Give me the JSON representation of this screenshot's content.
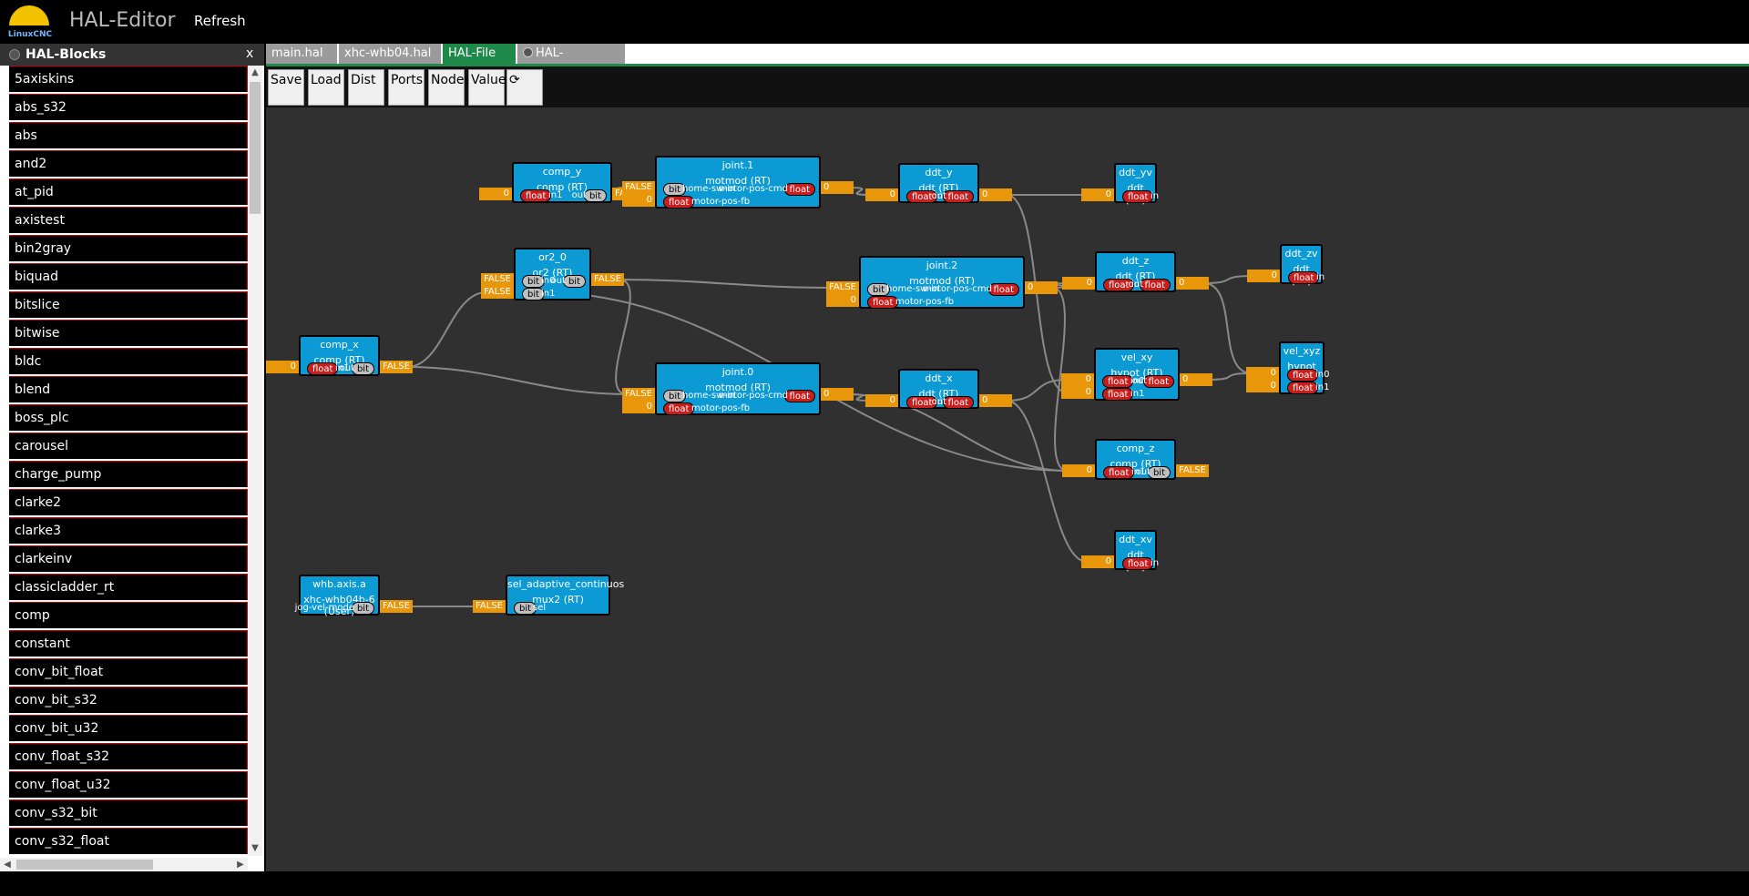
{
  "header": {
    "logo_text": "LinuxCNC",
    "title": "HAL-Editor",
    "refresh_label": "Refresh"
  },
  "sidebar": {
    "title": "HAL-Blocks",
    "close": "x",
    "items": [
      "5axiskins",
      "abs_s32",
      "abs",
      "and2",
      "at_pid",
      "axistest",
      "bin2gray",
      "biquad",
      "bitslice",
      "bitwise",
      "bldc",
      "blend",
      "boss_plc",
      "carousel",
      "charge_pump",
      "clarke2",
      "clarke3",
      "clarkeinv",
      "classicladder_rt",
      "comp",
      "constant",
      "conv_bit_float",
      "conv_bit_s32",
      "conv_bit_u32",
      "conv_float_s32",
      "conv_float_u32",
      "conv_s32_bit",
      "conv_s32_float"
    ]
  },
  "tabs": [
    {
      "label": "main.hal",
      "active": false,
      "icon": false,
      "close": false
    },
    {
      "label": "xhc-whb04.hal",
      "active": false,
      "icon": false,
      "close": false
    },
    {
      "label": "HAL-File",
      "active": true,
      "icon": false,
      "close": false
    },
    {
      "label": "HAL-Signals",
      "active": false,
      "icon": true,
      "close": true
    }
  ],
  "tab_close_glyph": "×",
  "toolbar": {
    "save": "Save",
    "load": "Load",
    "dist": "Dist",
    "ports": "Ports",
    "nodes": "Nodes",
    "values": "Values",
    "redraw_icon": "refresh-icon",
    "redraw_glyph": "⟳"
  },
  "colors": {
    "node_bg": "#0b9ad4",
    "value_bg": "#e8960a",
    "float_pin": "#c81e1e",
    "bit_pin": "#bfbfbf",
    "wire": "#8a8a8a",
    "active_tab": "#1e8a4a"
  },
  "nodes": [
    {
      "id": "comp_y",
      "title": "comp_y",
      "comp": "comp (RT)",
      "inputs": [
        {
          "type": "float",
          "name": "in1",
          "value": "0"
        }
      ],
      "outputs": [
        {
          "type": "bit",
          "name": "out",
          "value": "FALSE"
        }
      ]
    },
    {
      "id": "joint1",
      "title": "joint.1",
      "comp": "motmod (RT)",
      "inputs": [
        {
          "type": "bit",
          "name": "home-sw-in",
          "value": "FALSE"
        },
        {
          "type": "float",
          "name": "motor-pos-fb",
          "value": "0"
        }
      ],
      "outputs": [
        {
          "type": "float",
          "name": "motor-pos-cmd",
          "value": "0"
        }
      ]
    },
    {
      "id": "ddt_y",
      "title": "ddt_y",
      "comp": "ddt (RT)",
      "inputs": [
        {
          "type": "float",
          "name": "in",
          "value": "0"
        }
      ],
      "outputs": [
        {
          "type": "float",
          "name": "out",
          "value": "0"
        }
      ]
    },
    {
      "id": "ddt_yv",
      "title": "ddt_yv",
      "comp": "ddt (RT)",
      "inputs": [
        {
          "type": "float",
          "name": "in",
          "value": "0"
        }
      ],
      "outputs": []
    },
    {
      "id": "or2_0",
      "title": "or2_0",
      "comp": "or2 (RT)",
      "inputs": [
        {
          "type": "bit",
          "name": "in0",
          "value": "FALSE"
        },
        {
          "type": "bit",
          "name": "in1",
          "value": "FALSE"
        }
      ],
      "outputs": [
        {
          "type": "bit",
          "name": "out",
          "value": "FALSE"
        }
      ]
    },
    {
      "id": "joint2",
      "title": "joint.2",
      "comp": "motmod (RT)",
      "inputs": [
        {
          "type": "bit",
          "name": "home-sw-in",
          "value": "FALSE"
        },
        {
          "type": "float",
          "name": "motor-pos-fb",
          "value": "0"
        }
      ],
      "outputs": [
        {
          "type": "float",
          "name": "motor-pos-cmd",
          "value": "0"
        }
      ]
    },
    {
      "id": "ddt_z",
      "title": "ddt_z",
      "comp": "ddt (RT)",
      "inputs": [
        {
          "type": "float",
          "name": "in",
          "value": "0"
        }
      ],
      "outputs": [
        {
          "type": "float",
          "name": "out",
          "value": "0"
        }
      ]
    },
    {
      "id": "ddt_zv",
      "title": "ddt_zv",
      "comp": "ddt (RT)",
      "inputs": [
        {
          "type": "float",
          "name": "in",
          "value": "0"
        }
      ],
      "outputs": []
    },
    {
      "id": "comp_x",
      "title": "comp_x",
      "comp": "comp (RT)",
      "inputs": [
        {
          "type": "float",
          "name": "in1",
          "value": "0"
        }
      ],
      "outputs": [
        {
          "type": "bit",
          "name": "out",
          "value": "FALSE"
        }
      ]
    },
    {
      "id": "joint0",
      "title": "joint.0",
      "comp": "motmod (RT)",
      "inputs": [
        {
          "type": "bit",
          "name": "home-sw-in",
          "value": "FALSE"
        },
        {
          "type": "float",
          "name": "motor-pos-fb",
          "value": "0"
        }
      ],
      "outputs": [
        {
          "type": "float",
          "name": "motor-pos-cmd",
          "value": "0"
        }
      ]
    },
    {
      "id": "ddt_x",
      "title": "ddt_x",
      "comp": "ddt (RT)",
      "inputs": [
        {
          "type": "float",
          "name": "in",
          "value": "0"
        }
      ],
      "outputs": [
        {
          "type": "float",
          "name": "out",
          "value": "0"
        }
      ]
    },
    {
      "id": "vel_xy",
      "title": "vel_xy",
      "comp": "hypot (RT)",
      "inputs": [
        {
          "type": "float",
          "name": "in0",
          "value": "0"
        },
        {
          "type": "float",
          "name": "in1",
          "value": "0"
        }
      ],
      "outputs": [
        {
          "type": "float",
          "name": "out",
          "value": "0"
        }
      ]
    },
    {
      "id": "vel_xyz",
      "title": "vel_xyz",
      "comp": "hypot (RT)",
      "inputs": [
        {
          "type": "float",
          "name": "in0",
          "value": "0"
        },
        {
          "type": "float",
          "name": "in1",
          "value": "0"
        }
      ],
      "outputs": []
    },
    {
      "id": "comp_z",
      "title": "comp_z",
      "comp": "comp (RT)",
      "inputs": [
        {
          "type": "float",
          "name": "in1",
          "value": "0"
        }
      ],
      "outputs": [
        {
          "type": "bit",
          "name": "out",
          "value": "FALSE"
        }
      ]
    },
    {
      "id": "ddt_xv",
      "title": "ddt_xv",
      "comp": "ddt (RT)",
      "inputs": [
        {
          "type": "float",
          "name": "in",
          "value": "0"
        }
      ],
      "outputs": []
    },
    {
      "id": "whb_axis_a",
      "title": "whb.axis.a",
      "comp": "xhc-whb04b-6 (User)",
      "inputs": [],
      "outputs": [
        {
          "type": "bit",
          "name": "jog-vel-mode",
          "value": "FALSE"
        }
      ]
    },
    {
      "id": "sel_adaptive",
      "title": "sel_adaptive_continuos",
      "comp": "mux2 (RT)",
      "inputs": [
        {
          "type": "bit",
          "name": "sel",
          "value": "FALSE"
        }
      ],
      "outputs": []
    }
  ]
}
